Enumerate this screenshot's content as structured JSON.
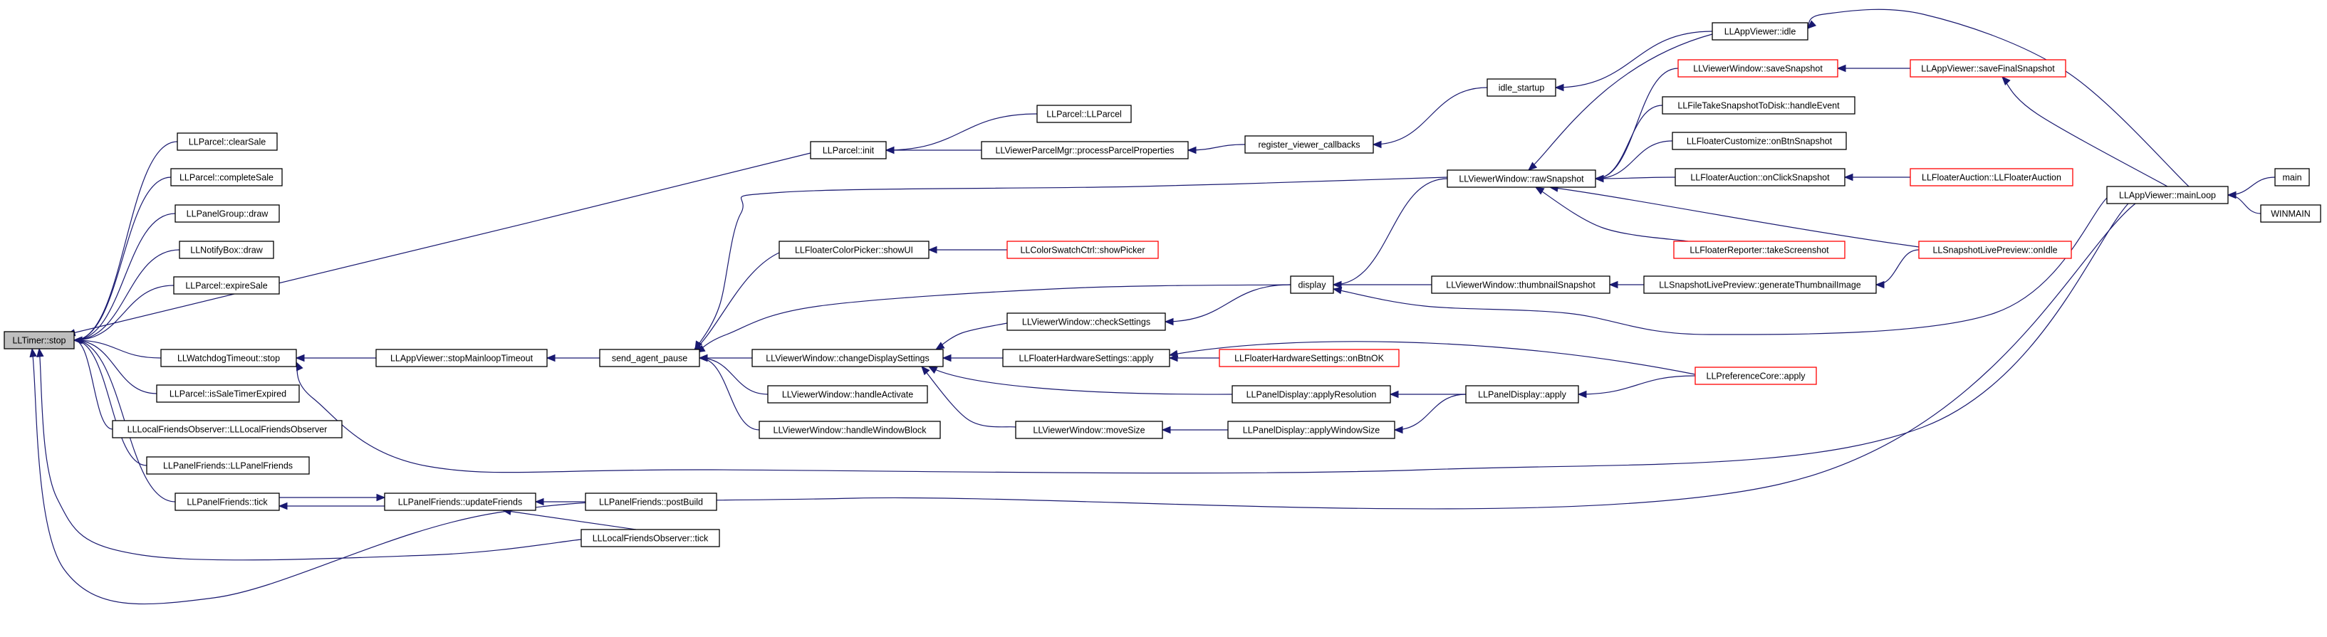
{
  "graph": {
    "colors": {
      "edge": "#191970",
      "box_border": "#000000",
      "truncated_border": "#ff0000",
      "root_fill": "#bfbfbf"
    },
    "nodes": [
      {
        "id": "timer_stop",
        "label": "LLTimer::stop",
        "style": "root"
      },
      {
        "id": "parcel_clearsale",
        "label": "LLParcel::clearSale",
        "style": "normal"
      },
      {
        "id": "parcel_completesale",
        "label": "LLParcel::completeSale",
        "style": "normal"
      },
      {
        "id": "panelgroup_draw",
        "label": "LLPanelGroup::draw",
        "style": "normal"
      },
      {
        "id": "notifybox_draw",
        "label": "LLNotifyBox::draw",
        "style": "normal"
      },
      {
        "id": "parcel_expiresale",
        "label": "LLParcel::expireSale",
        "style": "normal"
      },
      {
        "id": "watchdog_stop",
        "label": "LLWatchdogTimeout::stop",
        "style": "normal"
      },
      {
        "id": "parcel_issaletimerexpired",
        "label": "LLParcel::isSaleTimerExpired",
        "style": "normal"
      },
      {
        "id": "localfriendsobs_ctor",
        "label": "LLLocalFriendsObserver::LLLocalFriendsObserver",
        "style": "normal"
      },
      {
        "id": "panelfriends_ctor",
        "label": "LLPanelFriends::LLPanelFriends",
        "style": "normal"
      },
      {
        "id": "panelfriends_tick",
        "label": "LLPanelFriends::tick",
        "style": "normal"
      },
      {
        "id": "parcel_init",
        "label": "LLParcel::init",
        "style": "normal"
      },
      {
        "id": "appviewer_stopmainlooptimeout",
        "label": "LLAppViewer::stopMainloopTimeout",
        "style": "normal"
      },
      {
        "id": "panelfriends_updatefriends",
        "label": "LLPanelFriends::updateFriends",
        "style": "normal"
      },
      {
        "id": "send_agent_pause",
        "label": "send_agent_pause",
        "style": "normal"
      },
      {
        "id": "panelfriends_postbuild",
        "label": "LLPanelFriends::postBuild",
        "style": "normal"
      },
      {
        "id": "localfriendsobs_tick",
        "label": "LLLocalFriendsObserver::tick",
        "style": "normal"
      },
      {
        "id": "parcel_llparcel",
        "label": "LLParcel::LLParcel",
        "style": "normal"
      },
      {
        "id": "parcelmgr_process",
        "label": "LLViewerParcelMgr::processParcelProperties",
        "style": "normal"
      },
      {
        "id": "register_callbacks",
        "label": "register_viewer_callbacks",
        "style": "normal"
      },
      {
        "id": "idle_startup",
        "label": "idle_startup",
        "style": "normal"
      },
      {
        "id": "appviewer_idle",
        "label": "LLAppViewer::idle",
        "style": "normal"
      },
      {
        "id": "colorpicker_showui",
        "label": "LLFloaterColorPicker::showUI",
        "style": "normal"
      },
      {
        "id": "colorswatch_showpicker",
        "label": "LLColorSwatchCtrl::showPicker",
        "style": "truncated"
      },
      {
        "id": "vw_changedisplaysettings",
        "label": "LLViewerWindow::changeDisplaySettings",
        "style": "normal"
      },
      {
        "id": "vw_handleactivate",
        "label": "LLViewerWindow::handleActivate",
        "style": "normal"
      },
      {
        "id": "vw_handlewindowblock",
        "label": "LLViewerWindow::handleWindowBlock",
        "style": "normal"
      },
      {
        "id": "vw_checksettings",
        "label": "LLViewerWindow::checkSettings",
        "style": "normal"
      },
      {
        "id": "fhs_apply",
        "label": "LLFloaterHardwareSettings::apply",
        "style": "normal"
      },
      {
        "id": "fhs_onbtnok",
        "label": "LLFloaterHardwareSettings::onBtnOK",
        "style": "truncated"
      },
      {
        "id": "vw_movesize",
        "label": "LLViewerWindow::moveSize",
        "style": "normal"
      },
      {
        "id": "display",
        "label": "display",
        "style": "normal"
      },
      {
        "id": "pd_applyresolution",
        "label": "LLPanelDisplay::applyResolution",
        "style": "normal"
      },
      {
        "id": "pd_applywindowsize",
        "label": "LLPanelDisplay::applyWindowSize",
        "style": "normal"
      },
      {
        "id": "pd_apply",
        "label": "LLPanelDisplay::apply",
        "style": "normal"
      },
      {
        "id": "prefcore_apply",
        "label": "LLPreferenceCore::apply",
        "style": "truncated"
      },
      {
        "id": "vw_thumbnailsnapshot",
        "label": "LLViewerWindow::thumbnailSnapshot",
        "style": "normal"
      },
      {
        "id": "slp_generatethumb",
        "label": "LLSnapshotLivePreview::generateThumbnailImage",
        "style": "normal"
      },
      {
        "id": "vw_rawsnapshot",
        "label": "LLViewerWindow::rawSnapshot",
        "style": "normal"
      },
      {
        "id": "vw_savesnapshot",
        "label": "LLViewerWindow::saveSnapshot",
        "style": "truncated"
      },
      {
        "id": "filetakesnapshot",
        "label": "LLFileTakeSnapshotToDisk::handleEvent",
        "style": "normal"
      },
      {
        "id": "fc_onbtnsnapshot",
        "label": "LLFloaterCustomize::onBtnSnapshot",
        "style": "normal"
      },
      {
        "id": "fa_onclicksnapshot",
        "label": "LLFloaterAuction::onClickSnapshot",
        "style": "normal"
      },
      {
        "id": "freporter_takescreenshot",
        "label": "LLFloaterReporter::takeScreenshot",
        "style": "truncated"
      },
      {
        "id": "slp_onidle",
        "label": "LLSnapshotLivePreview::onIdle",
        "style": "truncated"
      },
      {
        "id": "fa_ctor",
        "label": "LLFloaterAuction::LLFloaterAuction",
        "style": "truncated"
      },
      {
        "id": "appviewer_savefinalsnapshot",
        "label": "LLAppViewer::saveFinalSnapshot",
        "style": "truncated"
      },
      {
        "id": "appviewer_mainloop",
        "label": "LLAppViewer::mainLoop",
        "style": "normal"
      },
      {
        "id": "main",
        "label": "main",
        "style": "normal"
      },
      {
        "id": "winmain",
        "label": "WINMAIN",
        "style": "normal"
      }
    ],
    "edges": [
      [
        "parcel_clearsale",
        "timer_stop"
      ],
      [
        "parcel_completesale",
        "timer_stop"
      ],
      [
        "panelgroup_draw",
        "timer_stop"
      ],
      [
        "notifybox_draw",
        "timer_stop"
      ],
      [
        "parcel_expiresale",
        "timer_stop"
      ],
      [
        "parcel_init",
        "timer_stop"
      ],
      [
        "watchdog_stop",
        "timer_stop"
      ],
      [
        "parcel_issaletimerexpired",
        "timer_stop"
      ],
      [
        "localfriendsobs_ctor",
        "timer_stop"
      ],
      [
        "panelfriends_ctor",
        "timer_stop"
      ],
      [
        "panelfriends_tick",
        "timer_stop"
      ],
      [
        "localfriendsobs_tick",
        "timer_stop"
      ],
      [
        "appviewer_mainloop",
        "timer_stop"
      ],
      [
        "appviewer_stopmainlooptimeout",
        "watchdog_stop"
      ],
      [
        "appviewer_mainloop",
        "watchdog_stop"
      ],
      [
        "send_agent_pause",
        "appviewer_stopmainlooptimeout"
      ],
      [
        "colorpicker_showui",
        "send_agent_pause"
      ],
      [
        "vw_changedisplaysettings",
        "send_agent_pause"
      ],
      [
        "vw_handleactivate",
        "send_agent_pause"
      ],
      [
        "vw_handlewindowblock",
        "send_agent_pause"
      ],
      [
        "display",
        "send_agent_pause"
      ],
      [
        "vw_rawsnapshot",
        "send_agent_pause"
      ],
      [
        "panelfriends_updatefriends",
        "panelfriends_tick"
      ],
      [
        "panelfriends_tick",
        "panelfriends_updatefriends"
      ],
      [
        "panelfriends_postbuild",
        "panelfriends_updatefriends"
      ],
      [
        "localfriendsobs_tick",
        "panelfriends_updatefriends"
      ],
      [
        "parcel_llparcel",
        "parcel_init"
      ],
      [
        "parcelmgr_process",
        "parcel_init"
      ],
      [
        "register_callbacks",
        "parcelmgr_process"
      ],
      [
        "idle_startup",
        "register_callbacks"
      ],
      [
        "appviewer_idle",
        "idle_startup"
      ],
      [
        "appviewer_mainloop",
        "appviewer_idle"
      ],
      [
        "colorswatch_showpicker",
        "colorpicker_showui"
      ],
      [
        "vw_checksettings",
        "vw_changedisplaysettings"
      ],
      [
        "fhs_apply",
        "vw_changedisplaysettings"
      ],
      [
        "pd_applyresolution",
        "vw_changedisplaysettings"
      ],
      [
        "vw_movesize",
        "vw_changedisplaysettings"
      ],
      [
        "display",
        "vw_checksettings"
      ],
      [
        "fhs_onbtnok",
        "fhs_apply"
      ],
      [
        "prefcore_apply",
        "fhs_apply"
      ],
      [
        "pd_applywindowsize",
        "vw_movesize"
      ],
      [
        "pd_apply",
        "pd_applyresolution"
      ],
      [
        "pd_apply",
        "pd_applywindowsize"
      ],
      [
        "prefcore_apply",
        "pd_apply"
      ],
      [
        "vw_rawsnapshot",
        "display"
      ],
      [
        "vw_thumbnailsnapshot",
        "display"
      ],
      [
        "appviewer_mainloop",
        "display"
      ],
      [
        "slp_generatethumb",
        "vw_thumbnailsnapshot"
      ],
      [
        "slp_onidle",
        "slp_generatethumb"
      ],
      [
        "vw_savesnapshot",
        "vw_rawsnapshot"
      ],
      [
        "filetakesnapshot",
        "vw_rawsnapshot"
      ],
      [
        "fc_onbtnsnapshot",
        "vw_rawsnapshot"
      ],
      [
        "fa_onclicksnapshot",
        "vw_rawsnapshot"
      ],
      [
        "freporter_takescreenshot",
        "vw_rawsnapshot"
      ],
      [
        "slp_onidle",
        "vw_rawsnapshot"
      ],
      [
        "appviewer_idle",
        "vw_rawsnapshot"
      ],
      [
        "fa_ctor",
        "fa_onclicksnapshot"
      ],
      [
        "appviewer_savefinalsnapshot",
        "vw_savesnapshot"
      ],
      [
        "appviewer_mainloop",
        "appviewer_savefinalsnapshot"
      ],
      [
        "main",
        "appviewer_mainloop"
      ],
      [
        "winmain",
        "appviewer_mainloop"
      ]
    ]
  }
}
